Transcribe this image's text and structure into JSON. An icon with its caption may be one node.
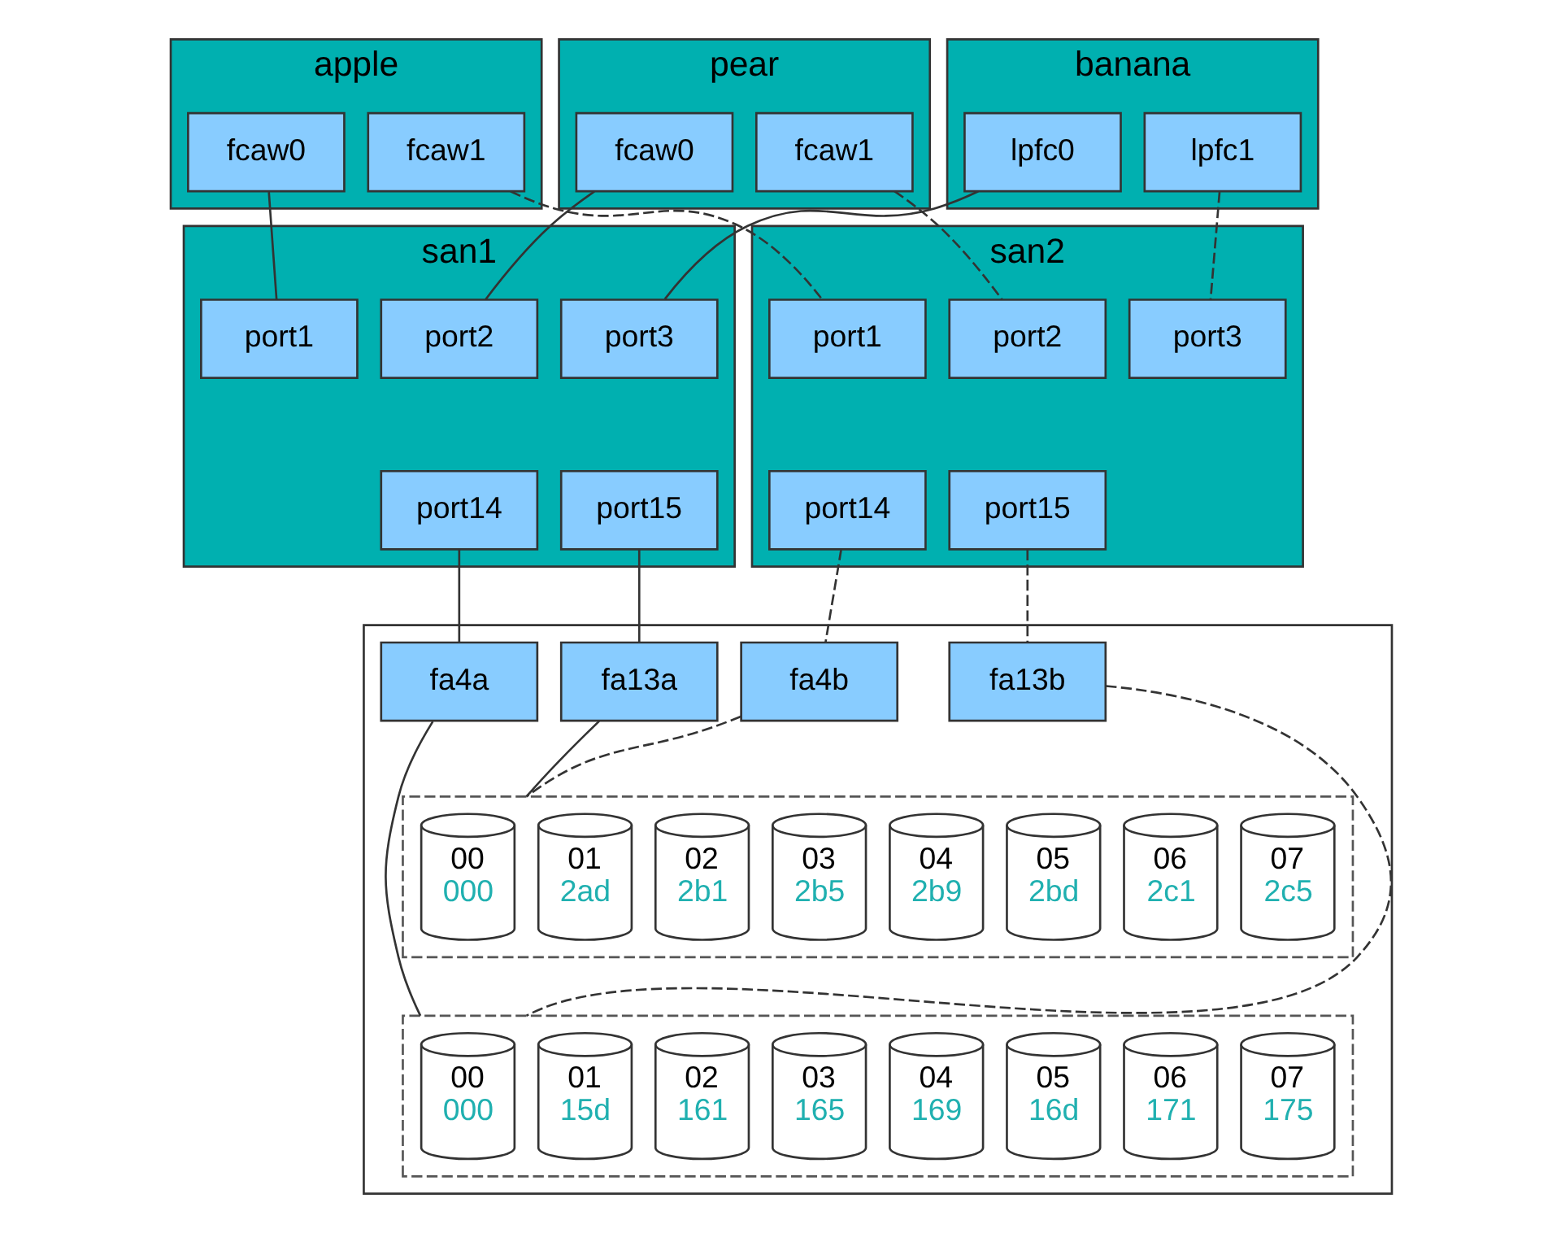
{
  "diagram": {
    "nodes": [
      {
        "text": [
          "apple"
        ]
      },
      {
        "text": [
          "fcaw0"
        ],
        "in": 0
      },
      {
        "text": [
          "fcaw1"
        ],
        "in": 0
      },
      {
        "text": [
          "pear"
        ]
      },
      {
        "text": [
          "fcaw0"
        ],
        "in": 3
      },
      {
        "text": [
          "fcaw1"
        ],
        "in": 3
      },
      {
        "text": [
          "banana"
        ]
      },
      {
        "text": [
          "lpfc0"
        ],
        "in": 6
      },
      {
        "text": [
          "lpfc1"
        ],
        "in": 6
      },
      {
        "text": [
          "san1"
        ]
      },
      {
        "text": [
          "port1"
        ],
        "in": 9
      },
      {
        "text": [
          "port2"
        ],
        "in": 9
      },
      {
        "text": [
          "port3"
        ],
        "in": 9
      },
      {
        "text": [
          "port14"
        ],
        "in": 9
      },
      {
        "text": [
          "port15"
        ],
        "in": 9
      },
      {
        "text": [
          "san2"
        ]
      },
      {
        "text": [
          "port1"
        ],
        "in": 15
      },
      {
        "text": [
          "port2"
        ],
        "in": 15
      },
      {
        "text": [
          "port3"
        ],
        "in": 15
      },
      {
        "text": [
          "port14"
        ],
        "in": 15
      },
      {
        "text": [
          "port15"
        ],
        "in": 15
      },
      {
        "text": [],
        "shape": "box"
      },
      {
        "text": [
          "fa4a"
        ],
        "in": 21
      },
      {
        "text": [
          "fa4b"
        ],
        "in": 21
      },
      {
        "text": [
          "fa13a"
        ],
        "in": 21
      },
      {
        "text": [
          "fa13b"
        ],
        "in": 21
      },
      {
        "text": [],
        "shape": "box",
        "in": 21
      },
      {
        "text": [
          "00",
          "000"
        ],
        "in": 26
      },
      {
        "text": [
          "01",
          "2ad"
        ],
        "in": 26
      },
      {
        "text": [
          "02",
          "2b1"
        ],
        "in": 26
      },
      {
        "text": [
          "03",
          "2b5"
        ],
        "in": 26
      },
      {
        "text": [
          "04",
          "2b9"
        ],
        "in": 26
      },
      {
        "text": [
          "05",
          "2bd"
        ],
        "in": 26
      },
      {
        "text": [
          "06",
          "2c1"
        ],
        "in": 26
      },
      {
        "text": [
          "07",
          "2c5"
        ],
        "in": 26
      },
      {
        "text": [],
        "shape": "box",
        "in": 21
      },
      {
        "text": [
          "00",
          "000"
        ],
        "in": 35
      },
      {
        "text": [
          "01",
          "15d"
        ],
        "in": 35
      },
      {
        "text": [
          "02",
          "161"
        ],
        "in": 35
      },
      {
        "text": [
          "03",
          "165"
        ],
        "in": 35
      },
      {
        "text": [
          "04",
          "169"
        ],
        "in": 35
      },
      {
        "text": [
          "05",
          "16d"
        ],
        "in": 35
      },
      {
        "text": [
          "06",
          "171"
        ],
        "in": 35
      },
      {
        "text": [
          "07",
          "175"
        ],
        "in": 35
      }
    ],
    "edges": [
      {
        "from": 1,
        "to": 10,
        "arrow": "none"
      },
      {
        "from": 2,
        "to": 16,
        "arrow": "none",
        "style": "dashed"
      },
      {
        "from": 4,
        "to": 11,
        "arrow": "none"
      },
      {
        "from": 5,
        "to": 17,
        "arrow": "none",
        "style": "dashed"
      },
      {
        "from": 7,
        "to": 12,
        "arrow": "none"
      },
      {
        "from": 8,
        "to": 18,
        "arrow": "none",
        "style": "dashed"
      },
      {
        "from": 13,
        "to": 22,
        "arrow": "none"
      },
      {
        "from": 14,
        "to": 24,
        "arrow": "none"
      },
      {
        "from": 19,
        "to": 23,
        "arrow": "none",
        "style": "dashed"
      },
      {
        "from": 20,
        "to": 25,
        "arrow": "none",
        "style": "dashed"
      },
      {
        "from": 22,
        "to": 35,
        "arrow": "none"
      },
      {
        "from": 23,
        "to": 26,
        "arrow": "none",
        "style": "dashed"
      },
      {
        "from": 24,
        "to": 26,
        "arrow": "none"
      },
      {
        "from": 25,
        "to": 35,
        "arrow": "none",
        "style": "dashed"
      }
    ]
  }
}
